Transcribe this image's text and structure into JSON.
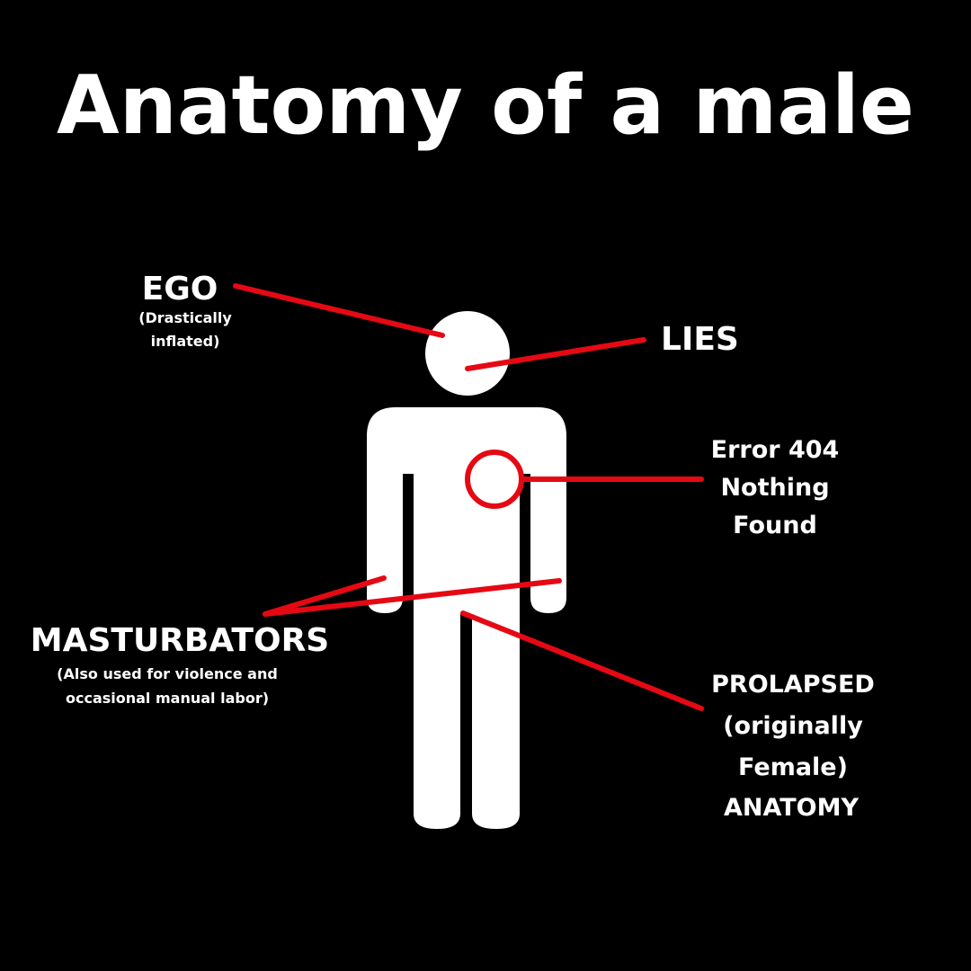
{
  "title": "Anatomy of a male",
  "colors": {
    "background": "#000000",
    "figure": "#ffffff",
    "pointer": "#e50914"
  },
  "labels": {
    "ego": {
      "title": "EGO",
      "sub": [
        "(Drastically",
        "inflated)"
      ]
    },
    "lies": {
      "title": "LIES"
    },
    "heart": {
      "lines": [
        "Error 404",
        "Nothing",
        "Found"
      ]
    },
    "hands": {
      "title": "MASTURBATORS",
      "sub": [
        "(Also used for violence and",
        "occasional manual labor)"
      ]
    },
    "genitals": {
      "lines": [
        "PROLAPSED",
        "(originally",
        "Female)",
        "ANATOMY"
      ]
    }
  }
}
